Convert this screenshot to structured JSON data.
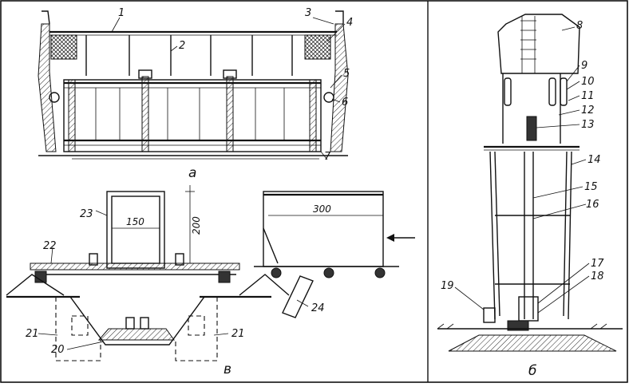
{
  "figure": {
    "subfigures": {
      "a": "а",
      "b": "б",
      "v": "в"
    },
    "callouts": [
      "1",
      "2",
      "3",
      "4",
      "5",
      "6",
      "7",
      "8",
      "9",
      "10",
      "11",
      "12",
      "13",
      "14",
      "15",
      "16",
      "17",
      "18",
      "19",
      "20",
      "21",
      "22",
      "23",
      "24"
    ],
    "dimensions": {
      "inner_width": "150",
      "height": "200",
      "frame_width": "300"
    },
    "colors": {
      "ink": "#111111",
      "paper": "#ffffff"
    }
  }
}
